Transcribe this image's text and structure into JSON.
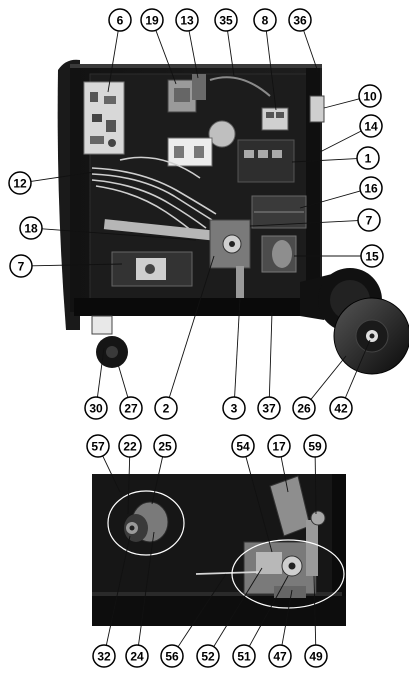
{
  "figure": {
    "upper_view": "side view of welding machine with panel removed",
    "lower_view": "detail photo of wire feed area"
  },
  "callouts": [
    {
      "id": "c6",
      "label": "6"
    },
    {
      "id": "c19",
      "label": "19"
    },
    {
      "id": "c13",
      "label": "13"
    },
    {
      "id": "c35",
      "label": "35"
    },
    {
      "id": "c8",
      "label": "8"
    },
    {
      "id": "c36",
      "label": "36"
    },
    {
      "id": "c10",
      "label": "10"
    },
    {
      "id": "c14",
      "label": "14"
    },
    {
      "id": "c1",
      "label": "1"
    },
    {
      "id": "c12",
      "label": "12"
    },
    {
      "id": "c16",
      "label": "16"
    },
    {
      "id": "c18",
      "label": "18"
    },
    {
      "id": "c7a",
      "label": "7"
    },
    {
      "id": "c7b",
      "label": "7"
    },
    {
      "id": "c15",
      "label": "15"
    },
    {
      "id": "c30",
      "label": "30"
    },
    {
      "id": "c27",
      "label": "27"
    },
    {
      "id": "c2",
      "label": "2"
    },
    {
      "id": "c3",
      "label": "3"
    },
    {
      "id": "c37",
      "label": "37"
    },
    {
      "id": "c26",
      "label": "26"
    },
    {
      "id": "c42",
      "label": "42"
    },
    {
      "id": "c57",
      "label": "57"
    },
    {
      "id": "c22",
      "label": "22"
    },
    {
      "id": "c25",
      "label": "25"
    },
    {
      "id": "c54",
      "label": "54"
    },
    {
      "id": "c17",
      "label": "17"
    },
    {
      "id": "c59",
      "label": "59"
    },
    {
      "id": "c32",
      "label": "32"
    },
    {
      "id": "c24",
      "label": "24"
    },
    {
      "id": "c56",
      "label": "56"
    },
    {
      "id": "c52",
      "label": "52"
    },
    {
      "id": "c51",
      "label": "51"
    },
    {
      "id": "c47",
      "label": "47"
    },
    {
      "id": "c49",
      "label": "49"
    }
  ]
}
